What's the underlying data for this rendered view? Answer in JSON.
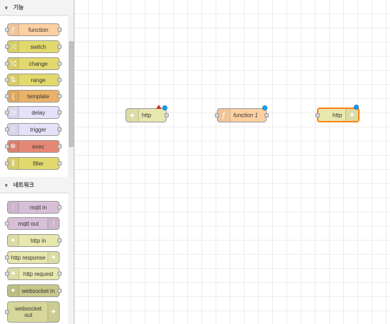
{
  "palette": {
    "categories": [
      {
        "title": "기능",
        "nodes": [
          {
            "label": "function",
            "color": "#fdd0a2",
            "icon": "function-icon",
            "glyph": "ƒ"
          },
          {
            "label": "switch",
            "color": "#e2d96e",
            "icon": "switch-icon",
            "glyph": "⤨"
          },
          {
            "label": "change",
            "color": "#e2d96e",
            "icon": "shuffle-icon",
            "glyph": "⤭"
          },
          {
            "label": "range",
            "color": "#e2d96e",
            "icon": "range-icon",
            "glyph": "⇅"
          },
          {
            "label": "template",
            "color": "#e9b267",
            "icon": "template-icon",
            "glyph": "{"
          },
          {
            "label": "delay",
            "color": "#e6e0f8",
            "icon": "timer-icon",
            "glyph": "◷"
          },
          {
            "label": "trigger",
            "color": "#e6e0f8",
            "icon": "trigger-icon",
            "glyph": "⎍"
          },
          {
            "label": "exec",
            "color": "#e48875",
            "icon": "cog-icon",
            "glyph": "✲"
          },
          {
            "label": "filter",
            "color": "#e2d96e",
            "icon": "filter-icon",
            "glyph": "⫼"
          }
        ]
      },
      {
        "title": "네트워크",
        "nodes": [
          {
            "label": "mqtt in",
            "color": "#d8bfd8",
            "icon": "bridge-icon",
            "glyph": "⦚",
            "side": "left"
          },
          {
            "label": "mqtt out",
            "color": "#d8bfd8",
            "icon": "bridge-icon",
            "glyph": "⦚",
            "side": "right"
          },
          {
            "label": "http in",
            "color": "#e7e7ae",
            "icon": "white-globe-icon",
            "glyph": "✦",
            "side": "left"
          },
          {
            "label": "http response",
            "color": "#e7e7ae",
            "icon": "white-globe-icon",
            "glyph": "✦",
            "side": "right"
          },
          {
            "label": "http request",
            "color": "#e7e7ae",
            "icon": "white-globe-icon",
            "glyph": "✦",
            "side": "left"
          },
          {
            "label": "websocket in",
            "color": "#c7c88a",
            "icon": "white-globe-icon",
            "glyph": "✦",
            "side": "left"
          },
          {
            "label": "websocket\nout",
            "color": "#d7d79a",
            "icon": "white-globe-icon",
            "glyph": "✦",
            "side": "right"
          }
        ]
      }
    ]
  },
  "workspace": {
    "nodes": [
      {
        "label": "http",
        "color": "#e7e7ae",
        "type": "http in"
      },
      {
        "label": "function 1",
        "color": "#fdd0a2",
        "type": "function"
      },
      {
        "label": "http",
        "color": "#e7e7ae",
        "type": "http response"
      }
    ]
  }
}
